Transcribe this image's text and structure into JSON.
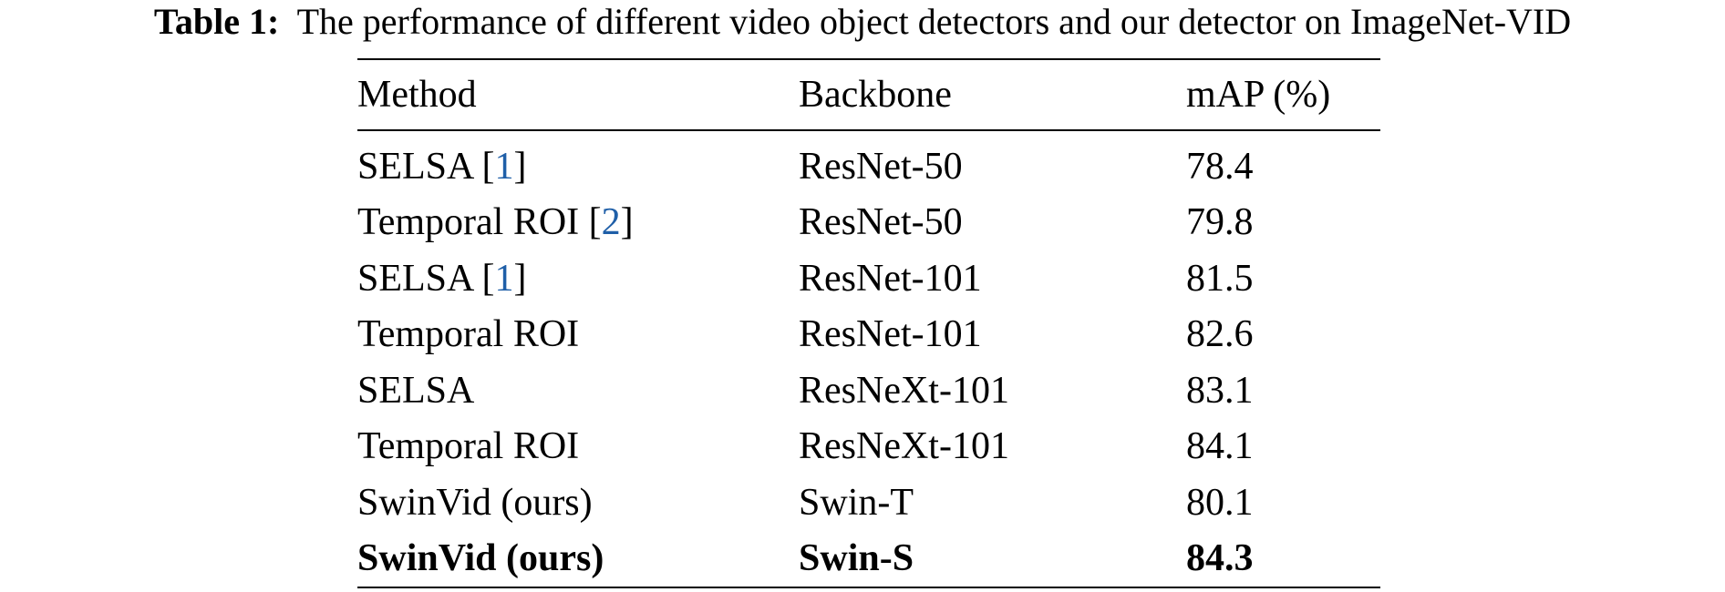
{
  "caption": {
    "label": "Table 1:",
    "text": "The performance of different video object detectors and our detector on ImageNet-VID"
  },
  "table": {
    "headers": [
      "Method",
      "Backbone",
      "mAP (%)"
    ],
    "rows": [
      {
        "method": "SELSA",
        "cite": "1",
        "backbone": "ResNet-50",
        "map": "78.4"
      },
      {
        "method": "Temporal ROI",
        "cite": "2",
        "backbone": "ResNet-50",
        "map": "79.8"
      },
      {
        "method": "SELSA",
        "cite": "1",
        "backbone": "ResNet-101",
        "map": "81.5"
      },
      {
        "method": "Temporal ROI",
        "cite": "",
        "backbone": "ResNet-101",
        "map": "82.6"
      },
      {
        "method": "SELSA",
        "cite": "",
        "backbone": "ResNeXt-101",
        "map": "83.1"
      },
      {
        "method": "Temporal ROI",
        "cite": "",
        "backbone": "ResNeXt-101",
        "map": "84.1"
      },
      {
        "method": "SwinVid (ours)",
        "cite": "",
        "backbone": "Swin-T",
        "map": "80.1"
      },
      {
        "method": "SwinVid (ours)",
        "cite": "",
        "backbone": "Swin-S",
        "map": "84.3",
        "bold": true
      }
    ]
  },
  "colors": {
    "citation_link": "#1f5fa8",
    "text": "#000000",
    "background": "#ffffff"
  }
}
